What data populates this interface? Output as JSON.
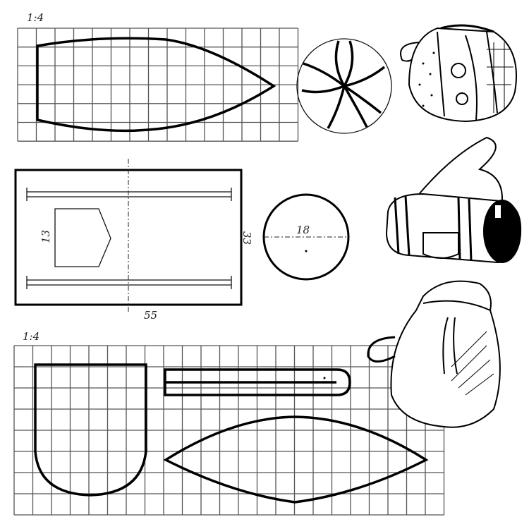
{
  "top_pattern": {
    "scale": "1:4"
  },
  "middle_pattern": {
    "pocket_height": "13",
    "height": "33",
    "width": "55",
    "circle_diameter": "18"
  },
  "bottom_pattern": {
    "scale": "1:4"
  },
  "icons": [
    "patchwork-bag-illustration",
    "duffel-bag-illustration",
    "drawstring-pouch-illustration"
  ]
}
